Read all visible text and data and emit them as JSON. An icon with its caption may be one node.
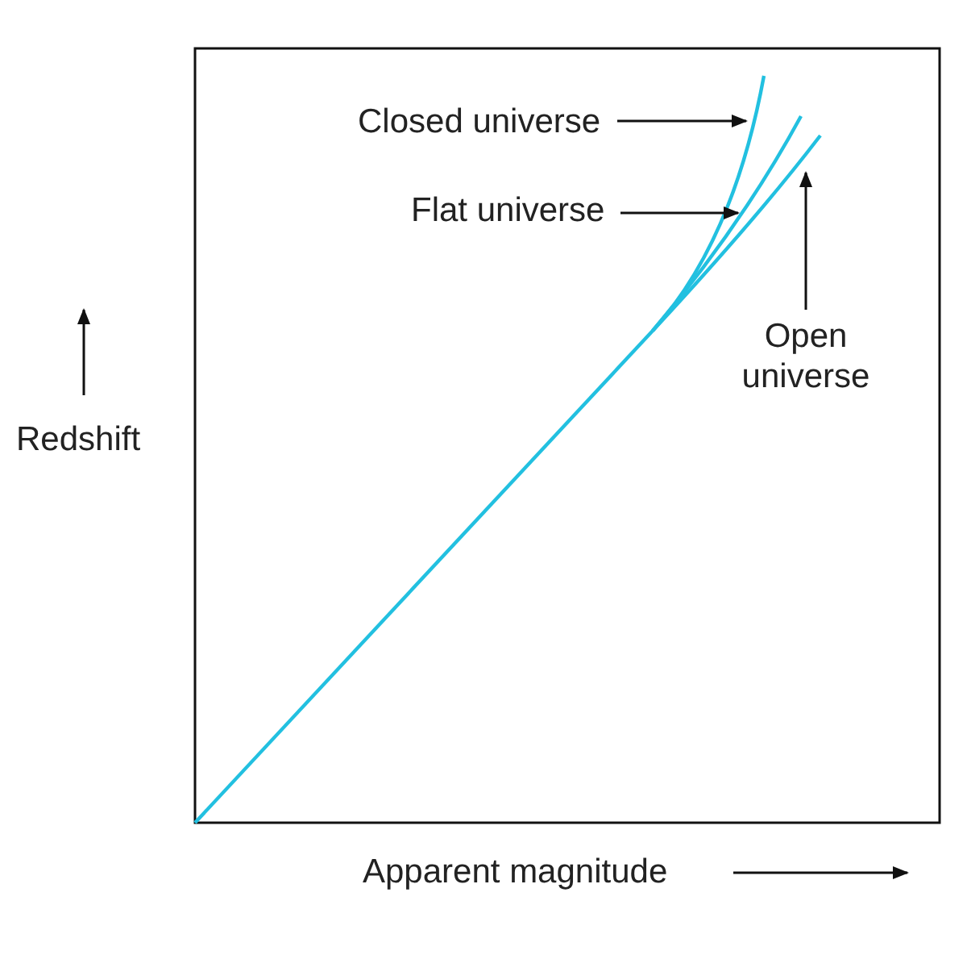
{
  "diagram": {
    "nodes": [
      {
        "text": [
          "Closed universe"
        ]
      },
      {
        "text": [],
        "shape": "line"
      },
      {
        "text": [
          "Flat universe"
        ]
      },
      {
        "text": [],
        "shape": "line"
      },
      {
        "text": [
          "Open universe"
        ]
      },
      {
        "text": [],
        "shape": "line"
      }
    ],
    "edges": [
      {
        "from": 0,
        "to": 1,
        "arrow": "to"
      },
      {
        "from": 2,
        "to": 3,
        "arrow": "to"
      },
      {
        "from": 4,
        "to": 5,
        "arrow": "to"
      }
    ],
    "labels": [
      "Redshift",
      "Apparent magnitude"
    ]
  }
}
